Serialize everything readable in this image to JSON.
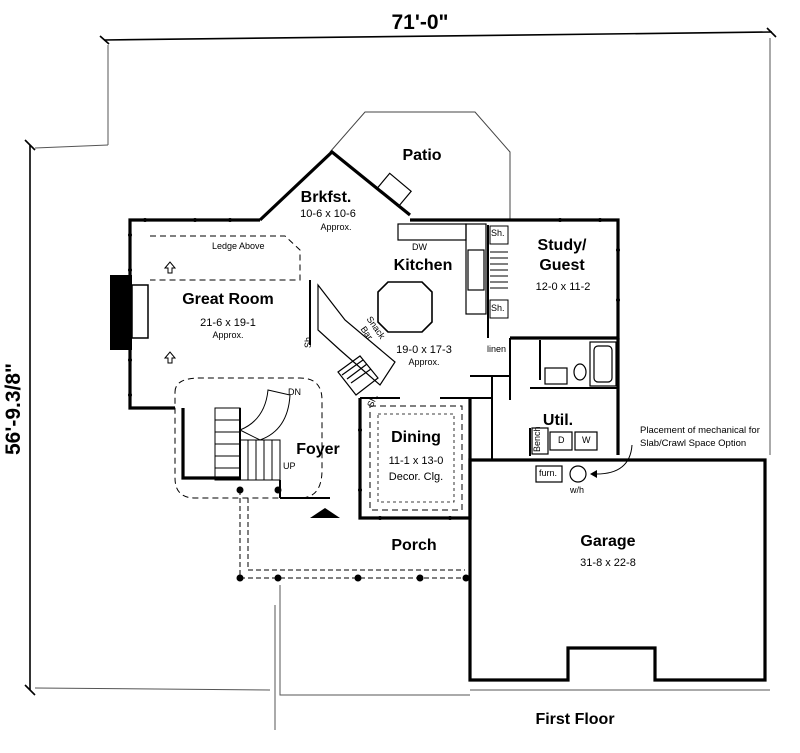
{
  "width_dim": "71'-0\"",
  "depth_dim": "56'-9.3/8\"",
  "floor_label": "First Floor",
  "rooms": {
    "patio": {
      "name": "Patio"
    },
    "brkfst": {
      "name": "Brkfst.",
      "size": "10-6 x 10-6",
      "approx": "Approx."
    },
    "kitchen": {
      "name": "Kitchen",
      "size": "19-0 x 17-3",
      "approx": "Approx."
    },
    "great_room": {
      "name": "Great Room",
      "size": "21-6 x 19-1",
      "approx": "Approx."
    },
    "study": {
      "name_line1": "Study/",
      "name_line2": "Guest",
      "size": "12-0 x 11-2"
    },
    "foyer": {
      "name": "Foyer"
    },
    "dining": {
      "name": "Dining",
      "size": "11-1 x 13-0",
      "ceiling": "Decor. Clg."
    },
    "util": {
      "name": "Util."
    },
    "porch": {
      "name": "Porch"
    },
    "garage": {
      "name": "Garage",
      "size": "31-8 x 22-8"
    }
  },
  "labels": {
    "ledge": "Ledge Above",
    "snack_line1": "Snack",
    "snack_line2": "Bar",
    "dw": "DW",
    "linen": "linen",
    "sh1": "Sh.",
    "sh2": "Sh.",
    "sh3": "Sh.",
    "sh4": "Sh.",
    "dn": "DN",
    "up": "UP",
    "bench": "Bench",
    "dryer": "D",
    "washer": "W",
    "furn": "furn.",
    "wh": "w/h"
  },
  "mech_note": {
    "line1": "Placement of mechanical for",
    "line2": "Slab/Crawl Space Option"
  }
}
